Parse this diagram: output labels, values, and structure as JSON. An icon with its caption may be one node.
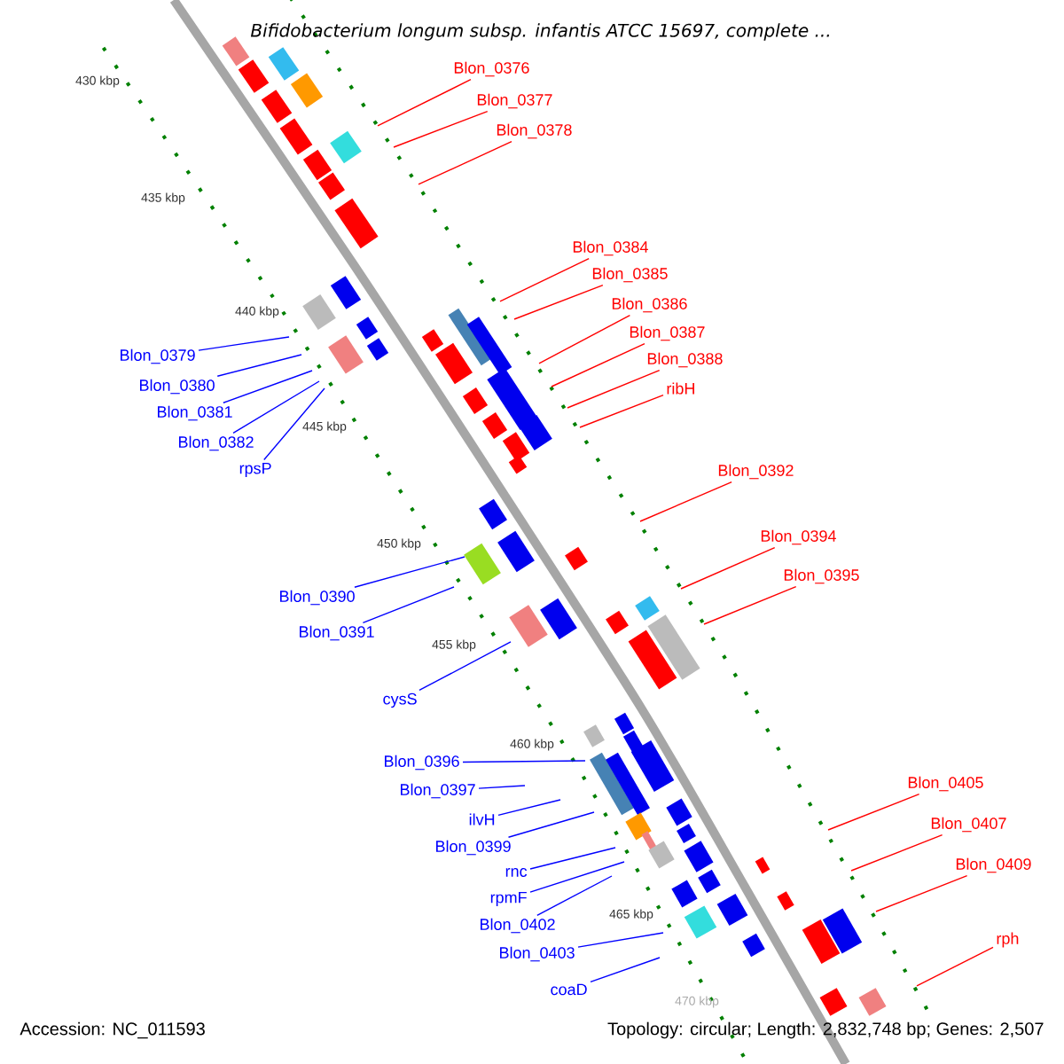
{
  "diagram": {
    "title": "Bifidobacterium longum subsp. infantis ATCC 15697, complete ...",
    "nodes": [
      {
        "text": [
          "Blon_0376"
        ]
      },
      {
        "text": [
          "Blon_0377"
        ]
      },
      {
        "text": [
          "Blon_0378"
        ]
      },
      {
        "text": [
          "Blon_0384"
        ]
      },
      {
        "text": [
          "Blon_0385"
        ]
      },
      {
        "text": [
          "Blon_0386"
        ]
      },
      {
        "text": [
          "Blon_0387"
        ]
      },
      {
        "text": [
          "Blon_0379"
        ]
      },
      {
        "text": [
          "Blon_0388"
        ]
      },
      {
        "text": [
          "Blon_0380"
        ]
      },
      {
        "text": [
          "ribH"
        ]
      },
      {
        "text": [
          "Blon_0381"
        ]
      },
      {
        "text": [
          "Blon_0382"
        ]
      },
      {
        "text": [
          "rpsP"
        ]
      },
      {
        "text": [
          "Blon_0392"
        ]
      },
      {
        "text": [
          "Blon_0394"
        ]
      },
      {
        "text": [
          "Blon_0395"
        ]
      },
      {
        "text": [
          "Blon_0390"
        ]
      },
      {
        "text": [
          "Blon_0391"
        ]
      },
      {
        "text": [
          "cysS"
        ]
      },
      {
        "text": [
          "Blon_0396"
        ]
      },
      {
        "text": [
          "Blon_0405"
        ]
      },
      {
        "text": [
          "Blon_0397"
        ]
      },
      {
        "text": [
          "ilvH"
        ]
      },
      {
        "text": [
          "Blon_0407"
        ]
      },
      {
        "text": [
          "Blon_0399"
        ]
      },
      {
        "text": [
          "Blon_0409"
        ]
      },
      {
        "text": [
          "rnc"
        ]
      },
      {
        "text": [
          "rpmF"
        ]
      },
      {
        "text": [
          "Blon_0402"
        ]
      },
      {
        "text": [
          "rph"
        ]
      },
      {
        "text": [
          "Blon_0403"
        ]
      },
      {
        "text": [
          "coaD"
        ]
      }
    ],
    "edges": [
      {
        "from": 0,
        "to": null,
        "arrow": "none",
        "color": "#ff0000"
      },
      {
        "from": 1,
        "to": null,
        "arrow": "none",
        "color": "#ff0000"
      },
      {
        "from": 2,
        "to": null,
        "arrow": "none",
        "color": "#ff0000"
      },
      {
        "from": 3,
        "to": null,
        "arrow": "none",
        "color": "#ff0000"
      },
      {
        "from": 4,
        "to": null,
        "arrow": "none",
        "color": "#ff0000"
      },
      {
        "from": 5,
        "to": null,
        "arrow": "none",
        "color": "#ff0000"
      },
      {
        "from": 6,
        "to": null,
        "arrow": "none",
        "color": "#ff0000"
      },
      {
        "from": 7,
        "to": null,
        "arrow": "none"
      },
      {
        "from": 8,
        "to": null,
        "arrow": "none",
        "color": "#ff0000"
      },
      {
        "from": 9,
        "to": null,
        "arrow": "none"
      },
      {
        "from": 10,
        "to": null,
        "arrow": "none",
        "color": "#ff0000"
      },
      {
        "from": 11,
        "to": null,
        "arrow": "none"
      },
      {
        "from": 12,
        "to": null,
        "arrow": "none"
      },
      {
        "from": 13,
        "to": null,
        "arrow": "none"
      },
      {
        "from": 14,
        "to": null,
        "arrow": "none",
        "color": "#ff0000"
      },
      {
        "from": 15,
        "to": null,
        "arrow": "none",
        "color": "#ff0000"
      },
      {
        "from": 16,
        "to": null,
        "arrow": "none",
        "color": "#ff0000"
      },
      {
        "from": 17,
        "to": null,
        "arrow": "none"
      },
      {
        "from": 18,
        "to": null,
        "arrow": "none"
      },
      {
        "from": 19,
        "to": null,
        "arrow": "none"
      },
      {
        "from": 20,
        "to": null,
        "arrow": "none"
      },
      {
        "from": 21,
        "to": null,
        "arrow": "none",
        "color": "#ff0000"
      },
      {
        "from": 22,
        "to": null,
        "arrow": "none"
      },
      {
        "from": 23,
        "to": null,
        "arrow": "none"
      },
      {
        "from": 24,
        "to": null,
        "arrow": "none",
        "color": "#ff0000"
      },
      {
        "from": 25,
        "to": null,
        "arrow": "none"
      },
      {
        "from": 26,
        "to": null,
        "arrow": "none",
        "color": "#ff0000"
      },
      {
        "from": 27,
        "to": null,
        "arrow": "none"
      },
      {
        "from": 28,
        "to": null,
        "arrow": "none"
      },
      {
        "from": 29,
        "to": null,
        "arrow": "none"
      },
      {
        "from": 30,
        "to": null,
        "arrow": "none",
        "color": "#ff0000"
      },
      {
        "from": 31,
        "to": null,
        "arrow": "none"
      },
      {
        "from": 32,
        "to": null,
        "arrow": "none"
      }
    ],
    "labels": [
      "430 kbp",
      "435 kbp",
      "440 kbp",
      "445 kbp",
      "450 kbp",
      "455 kbp",
      "460 kbp",
      "465 kbp",
      "470 kbp",
      "Accession: NC_011593",
      "Topology: circular; Length: 2,832,748 bp; Genes: 2,507"
    ]
  }
}
